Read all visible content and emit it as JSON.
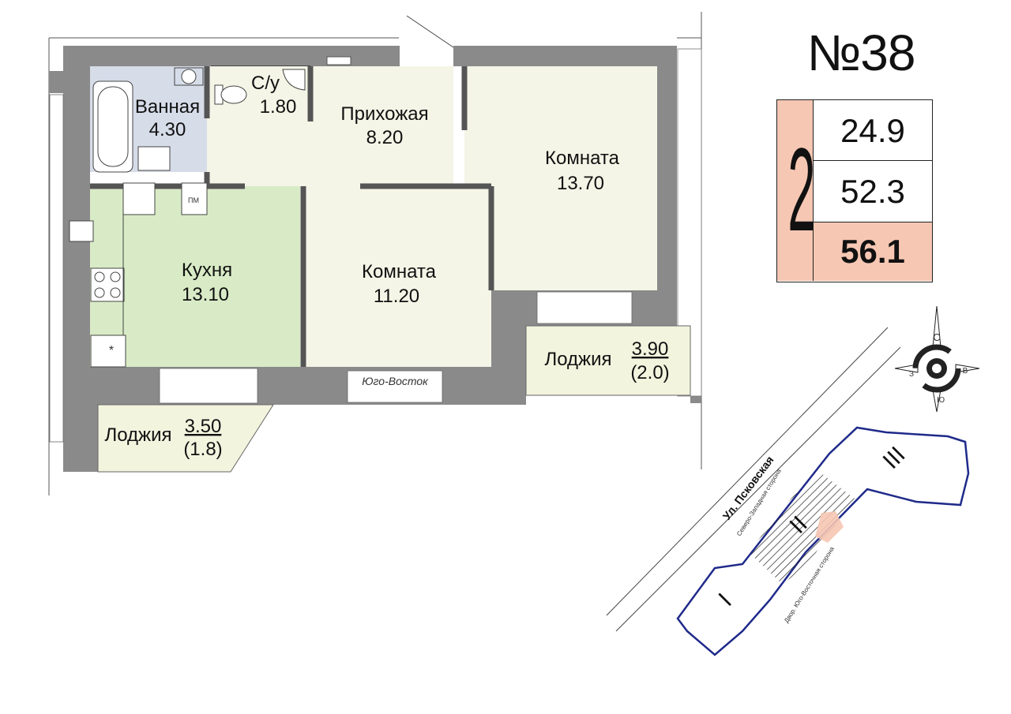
{
  "apartment": {
    "number": "№38"
  },
  "areas": {
    "rooms_count": "2",
    "living": "24.9",
    "total": "52.3",
    "with_loggia": "56.1"
  },
  "rooms": [
    {
      "id": "bath",
      "name": "Ванная",
      "area": "4.30"
    },
    {
      "id": "wc",
      "name": "С/у",
      "area": "1.80"
    },
    {
      "id": "hall",
      "name": "Прихожая",
      "area": "8.20"
    },
    {
      "id": "room1",
      "name": "Комната",
      "area": "13.70"
    },
    {
      "id": "kitchen",
      "name": "Кухня",
      "area": "13.10"
    },
    {
      "id": "room2",
      "name": "Комната",
      "area": "11.20"
    }
  ],
  "loggias": [
    {
      "id": "loggia1",
      "name": "Лоджия",
      "area": "3.90",
      "reduced": "(2.0)"
    },
    {
      "id": "loggia2",
      "name": "Лоджия",
      "area": "3.50",
      "reduced": "(1.8)"
    }
  ],
  "plan_labels": {
    "window_side": "Юго-Восток",
    "utility_mark": "ПМ",
    "vent_mark": "*"
  },
  "compass": {
    "north": "С",
    "south": "Ю",
    "west": "З",
    "east": "В"
  },
  "site_plan": {
    "street": "Ул. Псковская",
    "nw_side": "Северо-Западная сторона",
    "yard": "Двор. Юго-Восточная сторона",
    "sections": [
      "I",
      "II",
      "III"
    ]
  },
  "colors": {
    "wall": "#8a8a8a",
    "bath_fill": "#d6dce8",
    "hall_fill": "#f4f5e6",
    "kitchen_fill": "#d8ebc6",
    "loggia_fill": "#f3f4de",
    "highlight": "#f6c7b3",
    "site_outline": "#1f2a8a"
  }
}
